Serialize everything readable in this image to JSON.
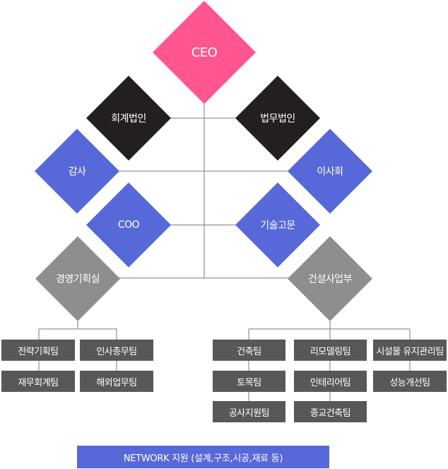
{
  "colors": {
    "ceo": "#ff5690",
    "dark": "#231f20",
    "blue": "#5769d8",
    "gray": "#8e8e8e",
    "box": "#585858",
    "network": "#5769d8",
    "line": "#7a7a7a"
  },
  "nodes": {
    "ceo": "CEO",
    "accounting": "회계법인",
    "legal": "법무법인",
    "audit": "감사",
    "board": "이사회",
    "coo": "COO",
    "tech_advisor": "기술고문",
    "mgmt_planning": "경영기획실",
    "construction_div": "건설사업부"
  },
  "left_teams": [
    [
      "전략기획팀",
      "재무회계팀"
    ],
    [
      "인사총무팀",
      "해외업무팀"
    ]
  ],
  "right_teams": [
    [
      "건축팀",
      "토목팀",
      "공사지원팀"
    ],
    [
      "리모델링팀",
      "인테리어팀",
      "종교건축팀"
    ],
    [
      "시설물 유지관리팀",
      "성능개선팀"
    ]
  ],
  "network_label": "NETWORK 지원 (설계,구조,시공,재료 등)"
}
